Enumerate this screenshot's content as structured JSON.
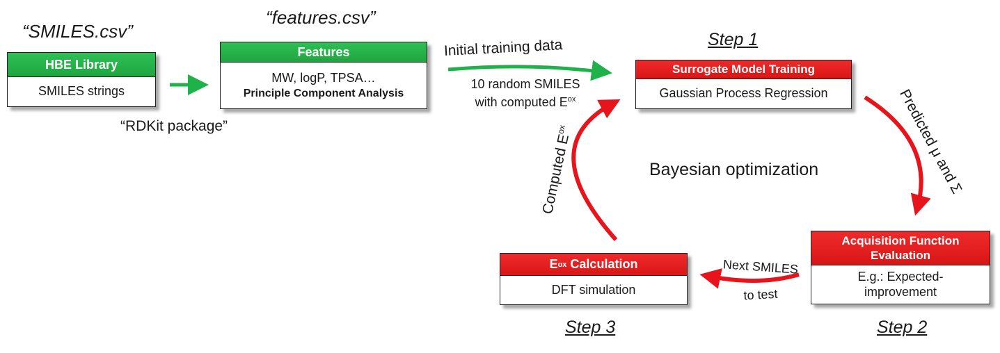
{
  "inputs": {
    "smiles_file": "“SMILES.csv”",
    "features_file": "“features.csv”",
    "rdkit": "“RDKit package”"
  },
  "hbe_box": {
    "header": "HBE Library",
    "body": "SMILES strings"
  },
  "features_box": {
    "header": "Features",
    "line1": "MW, logP, TPSA…",
    "line2": "Principle Component Analysis"
  },
  "initial": {
    "label": "Initial training data",
    "line1": "10 random SMILES",
    "line2": "with computed E",
    "sup": "ox"
  },
  "step1": {
    "label": "Step 1",
    "header": "Surrogate Model Training",
    "body": "Gaussian Process Regression"
  },
  "step2": {
    "label": "Step 2",
    "header_line1": "Acquisition Function",
    "header_line2": "Evaluation",
    "body_line1": "E.g.: Expected-",
    "body_line2": "improvement"
  },
  "step3": {
    "label": "Step 3",
    "header_main": "E",
    "header_sup": "ox",
    "header_rest": " Calculation",
    "body": "DFT simulation"
  },
  "cycle": {
    "center": "Bayesian optimization",
    "predicted": "Predicted μ and Σ",
    "next_line1": "Next SMILES",
    "next_line2": "to test",
    "computed": "Computed E",
    "computed_sup": "ox"
  },
  "colors": {
    "green": "#1fb24a",
    "red": "#e8141c"
  }
}
